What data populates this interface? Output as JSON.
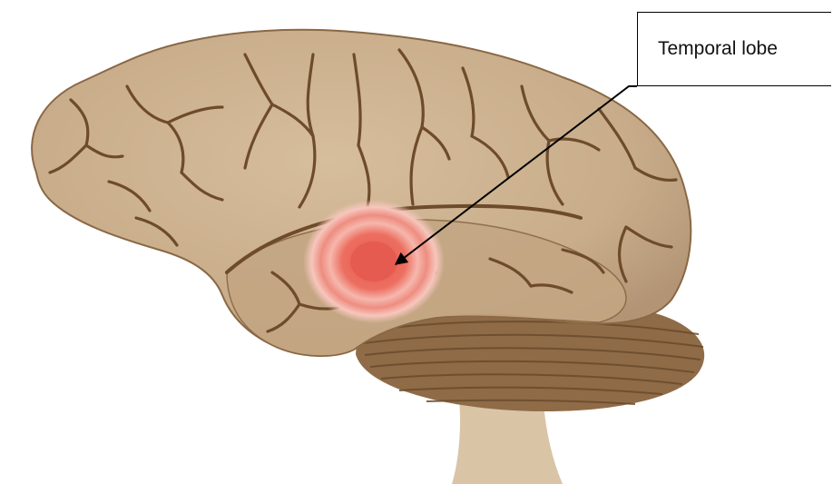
{
  "diagram": {
    "label": "Temporal lobe",
    "colors": {
      "brain_fill": "#c9ad8b",
      "brain_shade": "#b39575",
      "sulcus_line": "#6e4b2a",
      "cerebellum": "#8a6642",
      "brainstem": "#d9c4a6",
      "lesion_core": "#e55b4f",
      "lesion_halo": "#f2a49a",
      "arrow": "#000000"
    },
    "icons": [
      "brain-illustration",
      "lesion-highlight",
      "pointer-arrow"
    ]
  }
}
